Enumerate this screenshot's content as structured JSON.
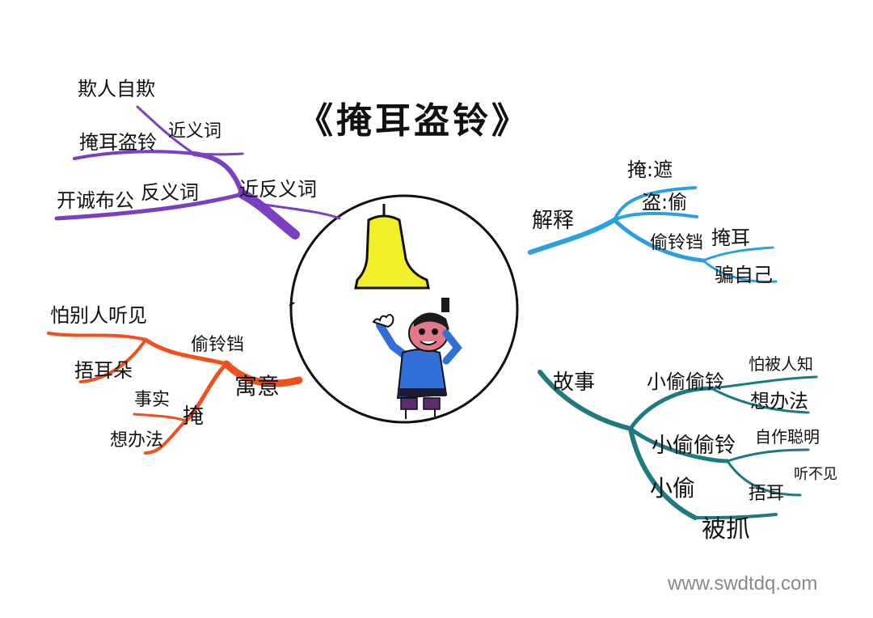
{
  "title": "《掩耳盗铃》",
  "branches": {
    "purple": {
      "color": "#7b3fc4",
      "labels": [
        "欺人自欺",
        "掩耳盗铃",
        "近义词",
        "开诚布公",
        "反义词",
        "近反义词"
      ]
    },
    "blue": {
      "color": "#2aa0e0",
      "labels": [
        "解释",
        "掩:遮",
        "盗:偷",
        "偷铃铛",
        "掩耳",
        "骗自己"
      ]
    },
    "orange": {
      "color": "#f0501e",
      "labels": [
        "怕别人听见",
        "捂耳朵",
        "偷铃铛",
        "寓意",
        "事实",
        "掩",
        "想办法"
      ]
    },
    "teal": {
      "color": "#1e7a80",
      "labels": [
        "故事",
        "小偷偷铃",
        "怕被人知",
        "想办法",
        "小偷偷铃",
        "自作聪明",
        "听不见",
        "捂耳",
        "小偷",
        "被抓"
      ]
    }
  },
  "center": {
    "bell_color": "#f2ee2a",
    "character_color": "#2f6fd6"
  },
  "watermark": "www.swdtdq.com"
}
